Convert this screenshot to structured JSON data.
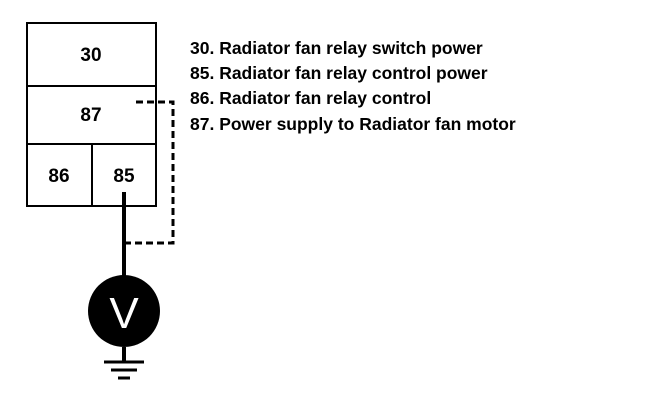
{
  "relay": {
    "terminals": [
      {
        "id": "30",
        "label": "30"
      },
      {
        "id": "87",
        "label": "87"
      },
      {
        "id": "86",
        "label": "86"
      },
      {
        "id": "85",
        "label": "85"
      }
    ]
  },
  "meter": {
    "symbol": "V"
  },
  "legend": [
    "30. Radiator fan relay switch power",
    "85. Radiator fan relay control power",
    "86. Radiator fan relay control",
    "87. Power supply to Radiator fan motor"
  ]
}
